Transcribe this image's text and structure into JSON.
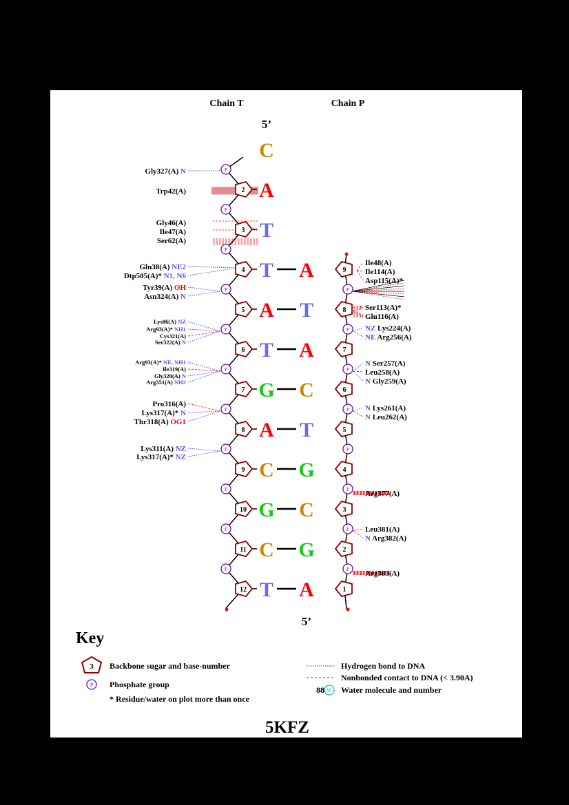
{
  "chains": {
    "left": "Chain T",
    "right": "Chain P"
  },
  "five_prime_top": "5’",
  "five_prime_bottom": "5’",
  "phosphate_label": "P",
  "base_pairs": [
    {
      "left_num": "",
      "left_base": "C",
      "right_num": "",
      "right_base": ""
    },
    {
      "left_num": "2",
      "left_base": "A",
      "right_num": "",
      "right_base": ""
    },
    {
      "left_num": "3",
      "left_base": "T",
      "right_num": "",
      "right_base": ""
    },
    {
      "left_num": "4",
      "left_base": "T",
      "right_num": "9",
      "right_base": "A"
    },
    {
      "left_num": "5",
      "left_base": "A",
      "right_num": "8",
      "right_base": "T"
    },
    {
      "left_num": "6",
      "left_base": "T",
      "right_num": "7",
      "right_base": "A"
    },
    {
      "left_num": "7",
      "left_base": "G",
      "right_num": "6",
      "right_base": "C"
    },
    {
      "left_num": "8",
      "left_base": "A",
      "right_num": "5",
      "right_base": "T"
    },
    {
      "left_num": "9",
      "left_base": "C",
      "right_num": "4",
      "right_base": "G"
    },
    {
      "left_num": "10",
      "left_base": "G",
      "right_num": "3",
      "right_base": "C"
    },
    {
      "left_num": "11",
      "left_base": "C",
      "right_num": "2",
      "right_base": "G"
    },
    {
      "left_num": "12",
      "left_base": "T",
      "right_num": "1",
      "right_base": "A"
    }
  ],
  "base_colors": {
    "A": "#ff0000",
    "T": "#6a6aee",
    "G": "#11cc11",
    "C": "#cc8800"
  },
  "left_labels": [
    {
      "residue": "Gly327(A)",
      "atom": "N",
      "atom_color": "#5555dd",
      "type": "hb"
    },
    {
      "residue": "Trp42(A)",
      "atom": "",
      "atom_color": "",
      "type": "stack"
    },
    {
      "residue": "Gly46(A)",
      "atom": "",
      "atom_color": "",
      "type": "nb"
    },
    {
      "residue": "Ile47(A)",
      "atom": "",
      "atom_color": "",
      "type": "nb"
    },
    {
      "residue": "Ser62(A)",
      "atom": "",
      "atom_color": "",
      "type": "nb"
    },
    {
      "residue": "Gln38(A)",
      "atom": "NE2",
      "atom_color": "#5555dd",
      "type": "hb"
    },
    {
      "residue": "Dtp505(A)*",
      "atom": "N1, N6",
      "atom_color": "#5555dd",
      "type": "hb"
    },
    {
      "residue": "Tyr39(A)",
      "atom": "OH",
      "atom_color": "#ff0000",
      "type": "hb"
    },
    {
      "residue": "Asn324(A)",
      "atom": "N",
      "atom_color": "#5555dd",
      "type": "hb"
    },
    {
      "residue": "Lys86(A)",
      "atom": "NZ",
      "atom_color": "#5555dd",
      "type": "hb"
    },
    {
      "residue": "Arg93(A)*",
      "atom": "NH1",
      "atom_color": "#5555dd",
      "type": "hb"
    },
    {
      "residue": "Cys321(A)",
      "atom": "",
      "atom_color": "",
      "type": "nb"
    },
    {
      "residue": "Ser322(A)",
      "atom": "N",
      "atom_color": "#5555dd",
      "type": "hb"
    },
    {
      "residue": "Arg93(A)*",
      "atom": "NE, NH1",
      "atom_color": "#5555dd",
      "type": "hb"
    },
    {
      "residue": "Ile319(A)",
      "atom": "",
      "atom_color": "",
      "type": "nb"
    },
    {
      "residue": "Gly320(A)",
      "atom": "N",
      "atom_color": "#5555dd",
      "type": "hb"
    },
    {
      "residue": "Arg351(A)",
      "atom": "NH2",
      "atom_color": "#5555dd",
      "type": "hb"
    },
    {
      "residue": "Pro316(A)",
      "atom": "",
      "atom_color": "",
      "type": "nb"
    },
    {
      "residue": "Lys317(A)*",
      "atom": "N",
      "atom_color": "#5555dd",
      "type": "hb"
    },
    {
      "residue": "Thr318(A)",
      "atom": "OG1",
      "atom_color": "#ff0000",
      "type": "hb"
    },
    {
      "residue": "Lys311(A)",
      "atom": "NZ",
      "atom_color": "#5555dd",
      "type": "hb"
    },
    {
      "residue": "Lys317(A)*",
      "atom": "NZ",
      "atom_color": "#5555dd",
      "type": "hb"
    }
  ],
  "right_labels": [
    {
      "residue": "Ile48(A)",
      "atom": "",
      "atom_color": "",
      "type": "nb"
    },
    {
      "residue": "Ile114(A)",
      "atom": "",
      "atom_color": "",
      "type": "nb"
    },
    {
      "residue": "Asp115(A)*",
      "atom": "",
      "atom_color": "",
      "type": "nb"
    },
    {
      "residue": "Ser113(A)*",
      "atom": "",
      "atom_color": "",
      "type": "nb"
    },
    {
      "residue": "Glu116(A)",
      "atom": "",
      "atom_color": "",
      "type": "nb"
    },
    {
      "residue": "Lys224(A)",
      "atom": "NZ",
      "atom_color": "#5555dd",
      "type": "hb"
    },
    {
      "residue": "Arg256(A)",
      "atom": "NE",
      "atom_color": "#5555dd",
      "type": "hb"
    },
    {
      "residue": "Ser257(A)",
      "atom": "N",
      "atom_color": "#5555dd",
      "type": "hb"
    },
    {
      "residue": "Leu258(A)",
      "atom": "",
      "atom_color": "",
      "type": "nb"
    },
    {
      "residue": "Gly259(A)",
      "atom": "N",
      "atom_color": "#5555dd",
      "type": "hb"
    },
    {
      "residue": "Lys261(A)",
      "atom": "N",
      "atom_color": "#5555dd",
      "type": "hb"
    },
    {
      "residue": "Leu262(A)",
      "atom": "N",
      "atom_color": "#5555dd",
      "type": "hb"
    },
    {
      "residue": "Arg377(A)",
      "atom": "",
      "atom_color": "",
      "type": "nb"
    },
    {
      "residue": "Leu381(A)",
      "atom": "",
      "atom_color": "",
      "type": "nb"
    },
    {
      "residue": "Arg382(A)",
      "atom": "N",
      "atom_color": "#5555dd",
      "type": "hb"
    },
    {
      "residue": "Arg383(A)",
      "atom": "",
      "atom_color": "",
      "type": "nb"
    }
  ],
  "key": {
    "title": "Key",
    "sugar_sample": "3",
    "sugar_text": "Backbone sugar and base-number",
    "phosphate_text": "Phosphate group",
    "residue_note": "* Residue/water on plot more than once",
    "hbond_text": "Hydrogen bond to DNA",
    "nonbonded_text": "Nonbonded contact to DNA (< 3.90A)",
    "water_number": "88",
    "water_symbol": "W",
    "water_text": "Water molecule and number"
  },
  "pdb_id": "5KFZ",
  "colors": {
    "sugar": "#8b0000",
    "phosphate": "#6a0dad",
    "hbond": "#3333cc",
    "nonbonded": "#ff0000",
    "water": "#00cccc"
  }
}
